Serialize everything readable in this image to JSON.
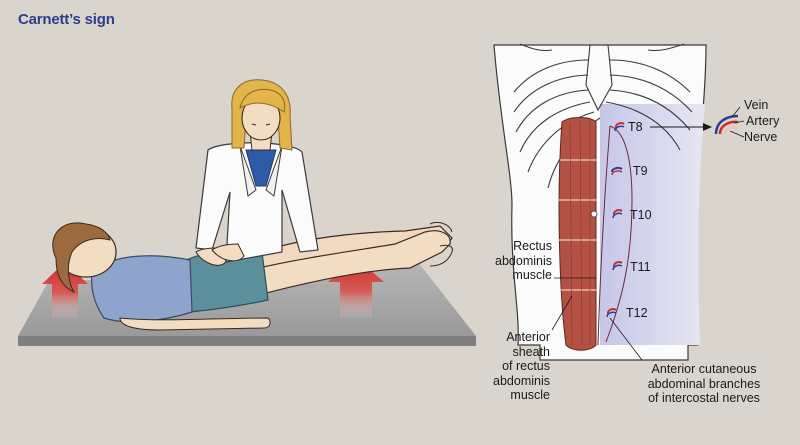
{
  "title": "Carnett’s sign",
  "labels": {
    "vein": "Vein",
    "artery": "Artery",
    "nerve": "Nerve",
    "rectus": [
      "Rectus",
      "abdominis",
      "muscle"
    ],
    "sheath": [
      "Anterior",
      "sheath",
      "of rectus",
      "abdominis",
      "muscle"
    ],
    "cutaneous": [
      "Anterior cutaneous",
      "abdominal branches",
      "of intercostal nerves"
    ]
  },
  "thoracic_levels": [
    "T8",
    "T9",
    "T10",
    "T11",
    "T12"
  ],
  "colors": {
    "title": "#2b3e8f",
    "background": "#dad5cc",
    "table": "#a9a9aa",
    "arrow": "#cc2b2b",
    "scrubs": "#5c8f9c",
    "shirt": "#8ea4cc",
    "skin": "#f2dcc2",
    "muscle": "#b35244",
    "nerve_band": "#c9cbe6"
  }
}
